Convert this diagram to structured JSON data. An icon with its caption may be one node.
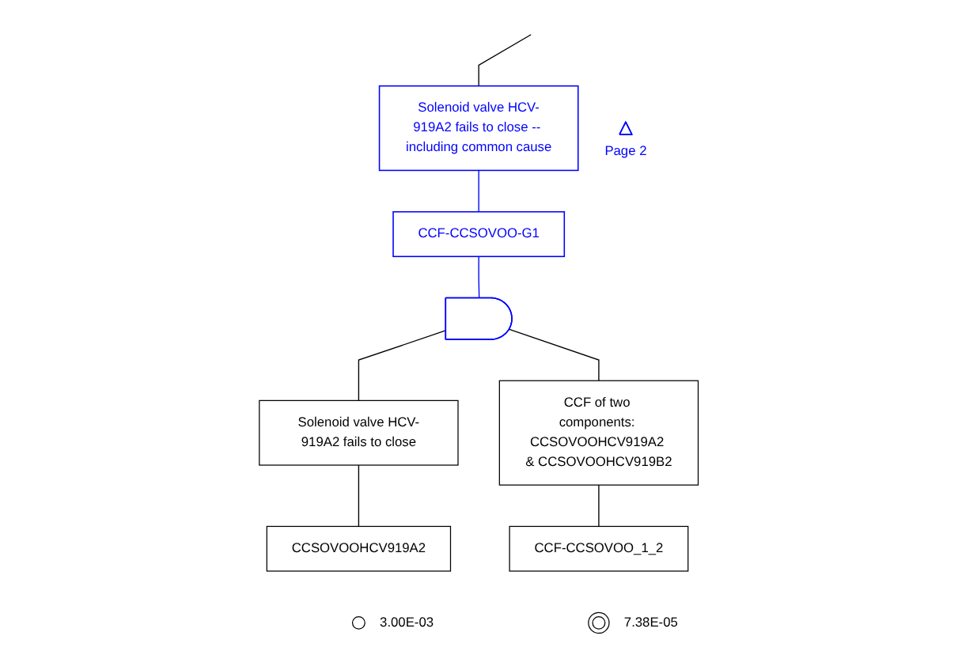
{
  "diagram": {
    "nodes": [
      {
        "text": [
          "Solenoid valve HCV-919A2 fails to close -- including common cause"
        ]
      },
      {
        "text": [
          "CCF-CCSOVOO-G1"
        ]
      },
      {
        "text": [],
        "shape": "gate"
      },
      {
        "text": [],
        "shape": "triangle",
        "beside": [
          "Page 2"
        ]
      },
      {
        "text": [
          "Solenoid valve HCV-919A2 fails to close"
        ]
      },
      {
        "text": [
          "CCSOVOOHCV919A2"
        ]
      },
      {
        "text": [],
        "shape": "circle",
        "beside": [
          "3.00E-03"
        ]
      },
      {
        "text": [
          "CCF of two components: CCSOVOOHCV919A2 & CCSOVOOHCV919B2"
        ]
      },
      {
        "text": [
          "CCF-CCSOVOO_1_2"
        ]
      },
      {
        "text": [],
        "shape": "doublecircle",
        "beside": [
          "7.38E-05"
        ]
      }
    ],
    "edges": [
      {
        "from": null,
        "to": 0,
        "arrow": "none"
      },
      {
        "from": 0,
        "to": 1,
        "arrow": "none",
        "color": "#0000ff"
      },
      {
        "from": 1,
        "to": 2,
        "arrow": "none",
        "color": "#0000ff"
      },
      {
        "from": 2,
        "to": 4,
        "arrow": "none"
      },
      {
        "from": 2,
        "to": 7,
        "arrow": "none"
      },
      {
        "from": 4,
        "to": 5,
        "arrow": "none"
      },
      {
        "from": 7,
        "to": 8,
        "arrow": "none"
      }
    ]
  }
}
